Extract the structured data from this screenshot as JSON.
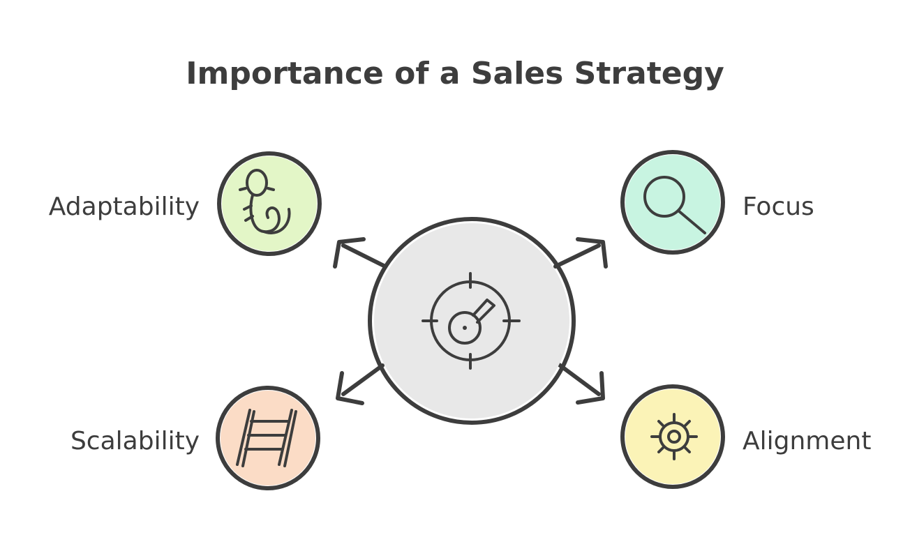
{
  "title": "Importance of a Sales Strategy",
  "center": {
    "icon": "target-dial-icon",
    "color": "#e8e8e8"
  },
  "nodes": [
    {
      "id": "adaptability",
      "label": "Adaptability",
      "icon": "salamander-icon",
      "color": "#e3f6c7"
    },
    {
      "id": "focus",
      "label": "Focus",
      "icon": "magnifier-icon",
      "color": "#c8f4e1"
    },
    {
      "id": "scalability",
      "label": "Scalability",
      "icon": "ladder-icon",
      "color": "#fbdcc6"
    },
    {
      "id": "alignment",
      "label": "Alignment",
      "icon": "sun-gear-icon",
      "color": "#fbf3b7"
    }
  ]
}
